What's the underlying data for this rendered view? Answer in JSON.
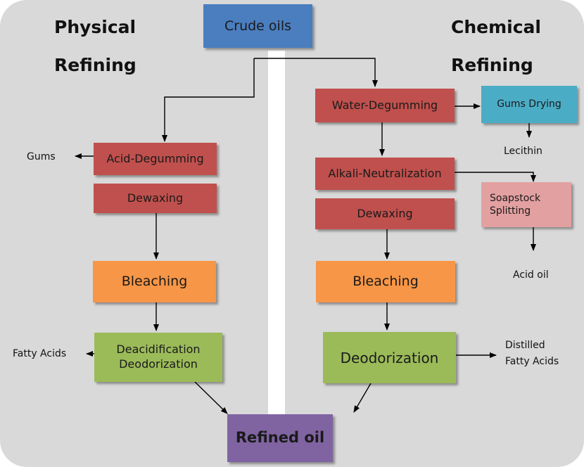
{
  "titles": {
    "physical_line1": "Physical",
    "physical_line2": "Refining",
    "chemical_line1": "Chemical",
    "chemical_line2": "Refining"
  },
  "nodes": {
    "crude_oils": "Crude oils",
    "acid_degumming": "Acid-Degumming",
    "dewaxing_left": "Dewaxing",
    "bleaching_left": "Bleaching",
    "deacid_line1": "Deacidification",
    "deacid_line2": "Deodorization",
    "water_degumming": "Water-Degumming",
    "gums_drying": "Gums Drying",
    "alkali_neutralization": "Alkali-Neutralization",
    "soapstock_line1": "Soapstock",
    "soapstock_line2": "Splitting",
    "dewaxing_right": "Dewaxing",
    "bleaching_right": "Bleaching",
    "deodorization": "Deodorization",
    "refined_oil": "Refined oil"
  },
  "outputs": {
    "gums": "Gums",
    "fatty_acids": "Fatty Acids",
    "lecithin": "Lecithin",
    "acid_oil": "Acid oil",
    "distilled_line1": "Distilled",
    "distilled_line2": "Fatty Acids"
  },
  "colors": {
    "panel": "#d9d9d9",
    "blue": "#4a7ebf",
    "red": "#c0504d",
    "orange": "#f79646",
    "green": "#9bbb59",
    "cyan": "#4bacc6",
    "pink": "#e3a0a1",
    "purple": "#8064a2"
  }
}
